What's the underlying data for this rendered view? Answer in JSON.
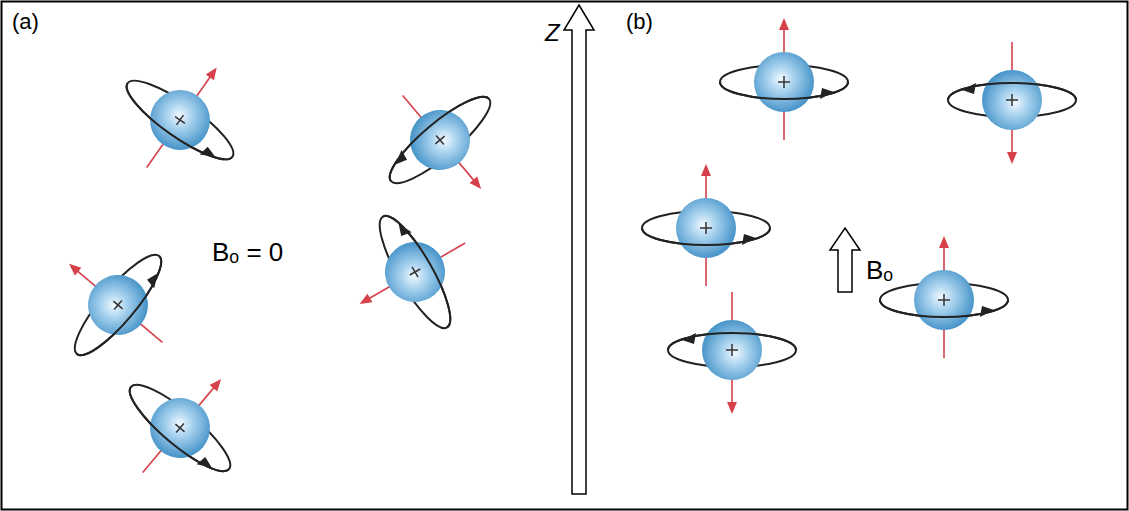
{
  "diagram": {
    "labels": [
      "(a)",
      "Z",
      "(b)",
      "Bₒ = 0",
      "Bₒ"
    ]
  }
}
